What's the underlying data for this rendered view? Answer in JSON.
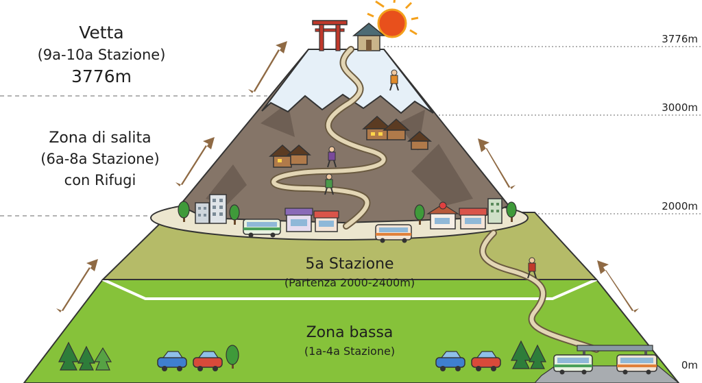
{
  "summit": {
    "title": "Vetta",
    "subtitle": "(9a-10a Stazione)",
    "altitude": "3776m"
  },
  "climbing_zone": {
    "title": "Zona di salita",
    "subtitle": "(6a-8a Stazione)",
    "line3": "con Rifugi"
  },
  "fifth_station": {
    "title": "5a Stazione",
    "subtitle": "(Partenza 2000-2400m)"
  },
  "lower_zone": {
    "title": "Zona bassa",
    "subtitle": "(1a-4a Stazione)"
  },
  "altitude_marks": [
    "3776m",
    "3000m",
    "2000m",
    "0m"
  ],
  "icons": [
    "torii-gate-icon",
    "shrine-icon",
    "sun-icon",
    "hiker-icon",
    "mountain-hut-icon",
    "bus-icon",
    "car-icon",
    "tree-icon",
    "building-icon",
    "shop-icon",
    "up-arrow-icon"
  ],
  "colors": {
    "snow": "#e6f0f8",
    "rock": "#857568",
    "plateau": "#ece6cf",
    "grass_upper": "#b5bb68",
    "grass_lower": "#86c23a",
    "arrow": "#8f6a44",
    "trail": "#e3d6b5",
    "sun": "#f4a11c"
  }
}
